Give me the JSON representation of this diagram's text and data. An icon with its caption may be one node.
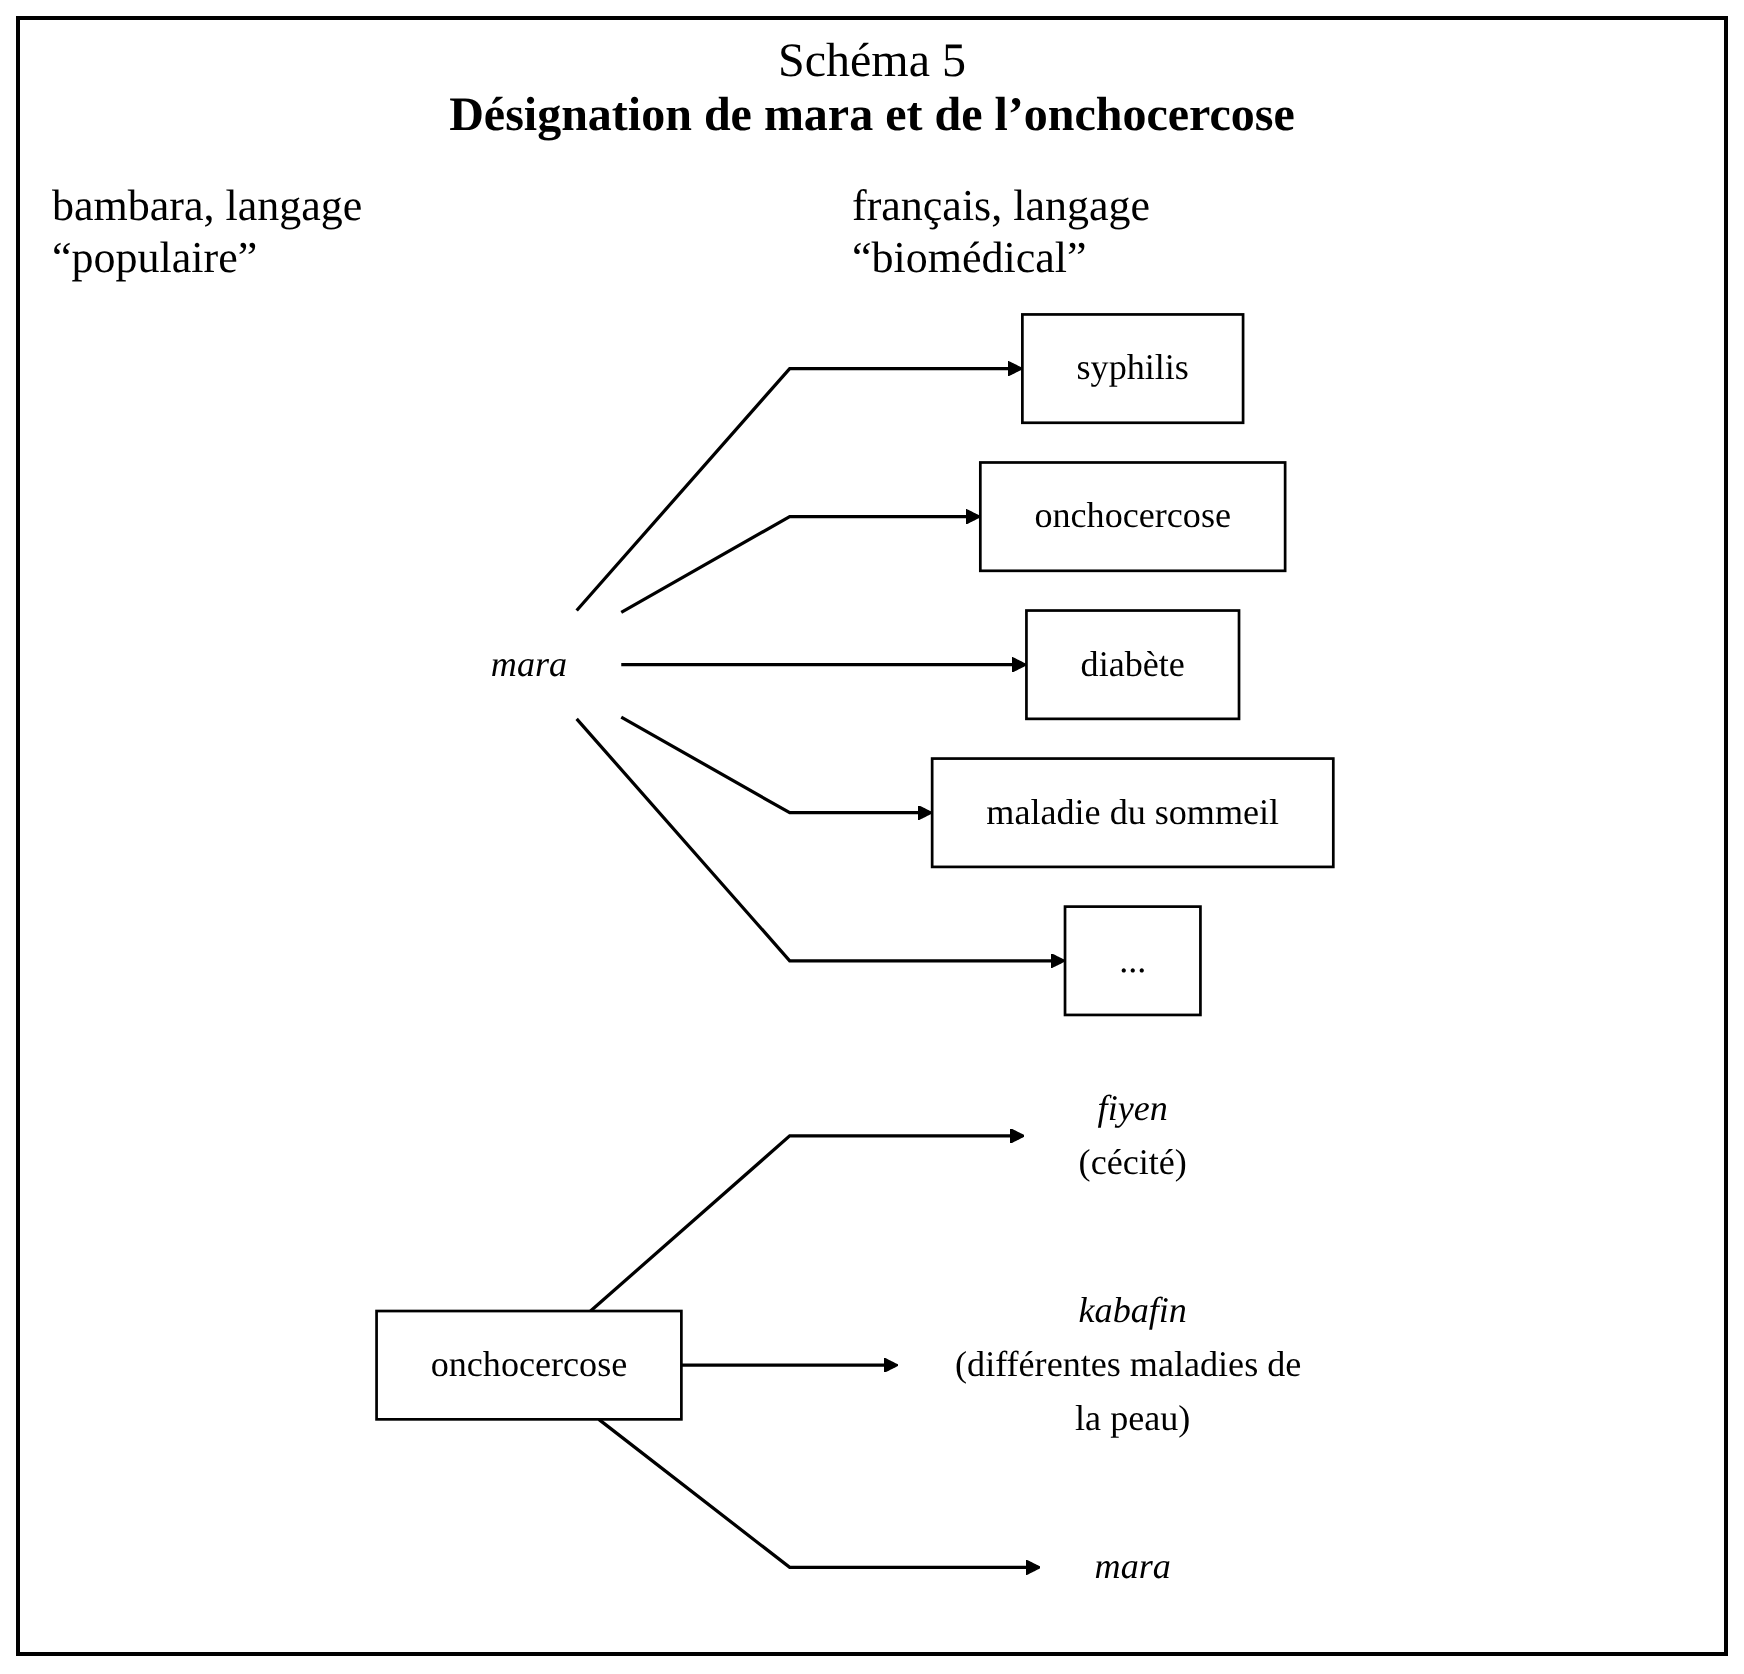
{
  "diagram": {
    "title": "Désignation de mara et de l’onchocercose",
    "nodes": [
      {
        "text": [
          "mara"
        ]
      },
      {
        "text": [
          "syphilis"
        ]
      },
      {
        "text": [
          "onchocercose"
        ]
      },
      {
        "text": [
          "diabète"
        ]
      },
      {
        "text": [
          "maladie du sommeil"
        ]
      },
      {
        "text": [
          "..."
        ]
      },
      {
        "text": [
          "fiyen",
          "(cécité)"
        ]
      },
      {
        "text": [
          "kabafin",
          "(différentes maladies de la peau)"
        ]
      },
      {
        "text": [
          "mara"
        ]
      },
      {
        "text": [
          "onchocercose"
        ]
      }
    ],
    "edges": [
      {
        "from": 0,
        "to": 1,
        "arrow": "to"
      },
      {
        "from": 0,
        "to": 2,
        "arrow": "to"
      },
      {
        "from": 0,
        "to": 3,
        "arrow": "to"
      },
      {
        "from": 0,
        "to": 4,
        "arrow": "to"
      },
      {
        "from": 0,
        "to": 5,
        "arrow": "to"
      },
      {
        "from": 9,
        "to": 6,
        "arrow": "to"
      },
      {
        "from": 9,
        "to": 7,
        "arrow": "to"
      },
      {
        "from": 9,
        "to": 8,
        "arrow": "to"
      }
    ],
    "labels": [
      "Schéma 5",
      "bambara, langage “populaire”",
      "français, langage “biomédical”"
    ]
  }
}
